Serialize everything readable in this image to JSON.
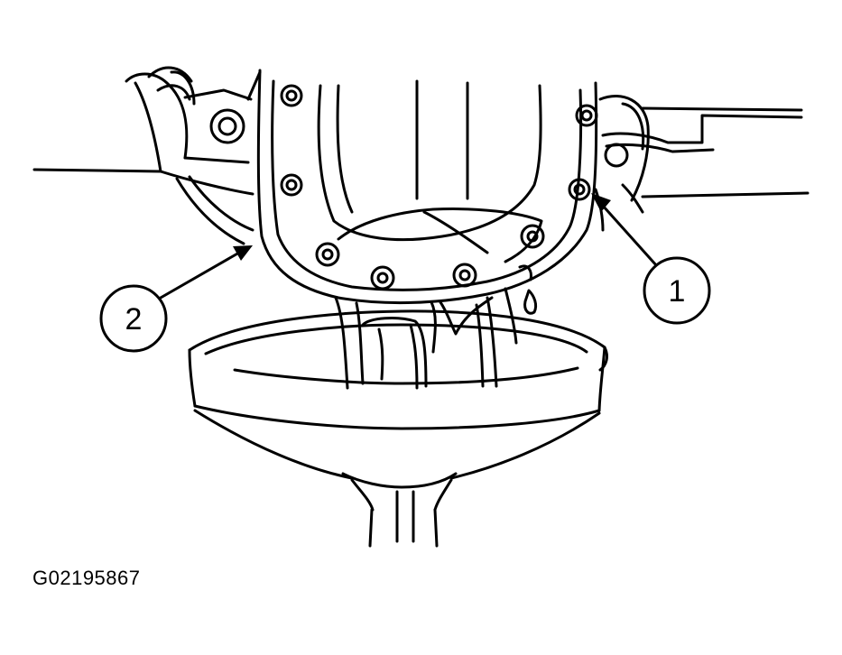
{
  "callouts": [
    {
      "label": "1"
    },
    {
      "label": "2"
    }
  ],
  "figure_id": "G02195867",
  "colors": {
    "ink": "#000000",
    "paper": "#ffffff"
  }
}
